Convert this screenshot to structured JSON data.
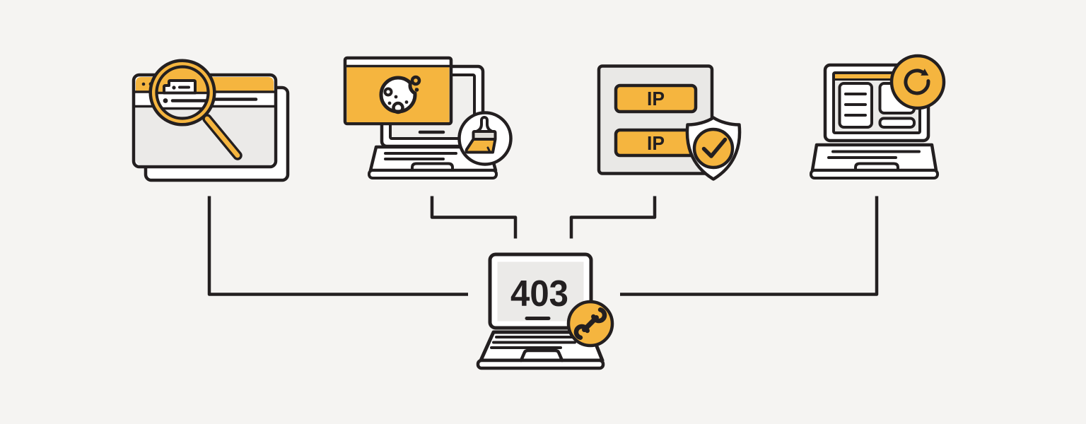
{
  "colors": {
    "background": "#f5f4f2",
    "accent_yellow": "#f5b53f",
    "outline_ink": "#231f20",
    "panel_gray": "#e9e8e6",
    "screen_gray": "#ebeae8"
  },
  "nodes": [
    {
      "id": "inspect-browser",
      "icon": "browser-magnifier-icon"
    },
    {
      "id": "clear-cookies",
      "icon": "laptop-cookie-brush-icon"
    },
    {
      "id": "check-ip",
      "icon": "ip-list-shield-icon",
      "labels": [
        "IP",
        "IP"
      ]
    },
    {
      "id": "refresh-page",
      "icon": "laptop-refresh-icon"
    }
  ],
  "center_node": {
    "id": "error-laptop",
    "icon": "laptop-wrench-icon",
    "error_code": "403"
  }
}
